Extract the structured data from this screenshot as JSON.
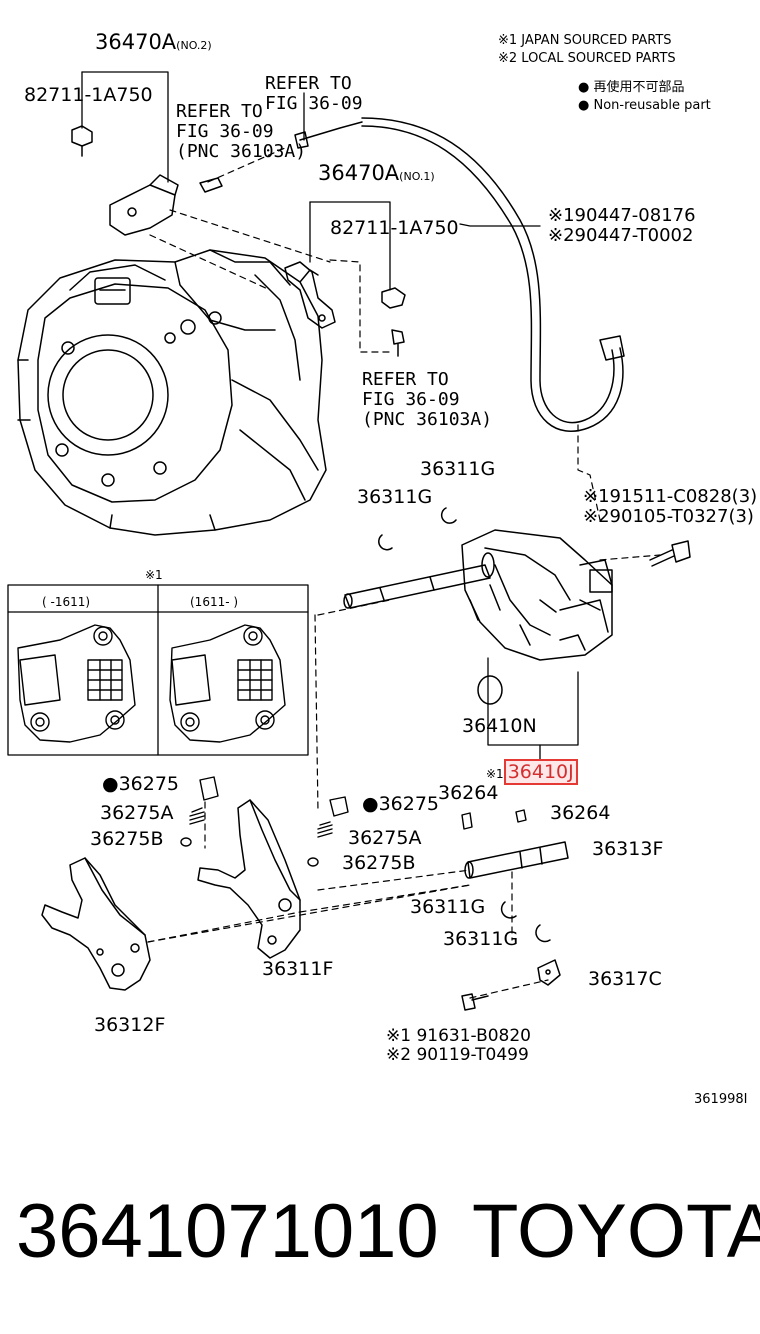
{
  "notes": {
    "n1": "※1 JAPAN SOURCED PARTS",
    "n2": "※2 LOCAL SOURCED PARTS",
    "n3": "● 再使用不可部品",
    "n4": "● Non-reusable part"
  },
  "labels": {
    "a36470a_no2": "36470A",
    "a36470a_no2_sub": "(NO.2)",
    "a82711_top": "82711-1A750",
    "refer1_l1": "REFER TO",
    "refer1_l2": "FIG 36-09",
    "refer2_l1": "REFER TO",
    "refer2_l2": "FIG 36-09",
    "refer2_l3": "(PNC 36103A)",
    "a36470a_no1": "36470A",
    "a36470a_no1_sub": "(NO.1)",
    "a82711_mid": "82711-1A750",
    "cable1": "※190447-08176",
    "cable2": "※290447-T0002",
    "refer3_l1": "REFER TO",
    "refer3_l2": "FIG 36-09",
    "refer3_l3": "(PNC 36103A)",
    "a36311g_1": "36311G",
    "a36311g_2": "36311G",
    "bolt1": "※191511-C0828(3)",
    "bolt2": "※290105-T0327(3)",
    "inset_mark": "※1",
    "inset_left": "(      -1611)",
    "inset_right": "(1611-      )",
    "a36410n": "36410N",
    "a36410_prefix": "※1",
    "a36410": "36410J",
    "a36275_l": "●36275",
    "a36275a_l": "36275A",
    "a36275b_l": "36275B",
    "a36275_r": "●36275",
    "a36275a_r": "36275A",
    "a36275b_r": "36275B",
    "a36264_1": "36264",
    "a36264_2": "36264",
    "a36313f": "36313F",
    "a36311g_3": "36311G",
    "a36311g_4": "36311G",
    "a36317c": "36317C",
    "a36311f": "36311F",
    "a36312f": "36312F",
    "bolt3": "※1 91631-B0820",
    "bolt4": "※2 90119-T0499",
    "fig_code": "361998I"
  },
  "footer": {
    "part_number": "3641071010",
    "brand": "TOYOTA"
  },
  "colors": {
    "line": "#000000",
    "highlight_border": "#e53935",
    "highlight_fill": "#fde7e9"
  }
}
